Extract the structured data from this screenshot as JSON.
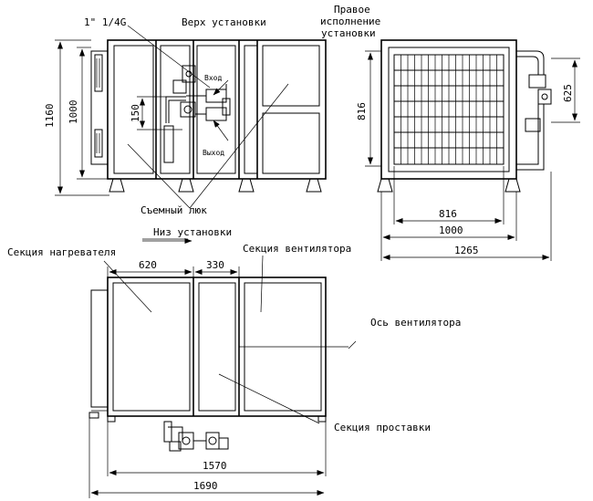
{
  "labels": {
    "pipe_size": "1\" 1/4G",
    "top": "Верх установки",
    "right_version": [
      "Правое",
      "исполнение",
      "установки"
    ],
    "inlet": "Вход",
    "outlet": "Выход",
    "hatch": "Съемный люк",
    "bottom": "Низ установки",
    "heater_section": "Секция нагревателя",
    "fan_section": "Секция вентилятора",
    "fan_axis": "Ось вентилятора",
    "spacer_section": "Секция проставки"
  },
  "dimensions": {
    "d1160": "1160",
    "d1000_left": "1000",
    "d150": "150",
    "d816_side": "816",
    "d625": "625",
    "d816_bottom": "816",
    "d1000_bottom": "1000",
    "d1265": "1265",
    "d620": "620",
    "d330": "330",
    "d1570": "1570",
    "d1690": "1690"
  }
}
